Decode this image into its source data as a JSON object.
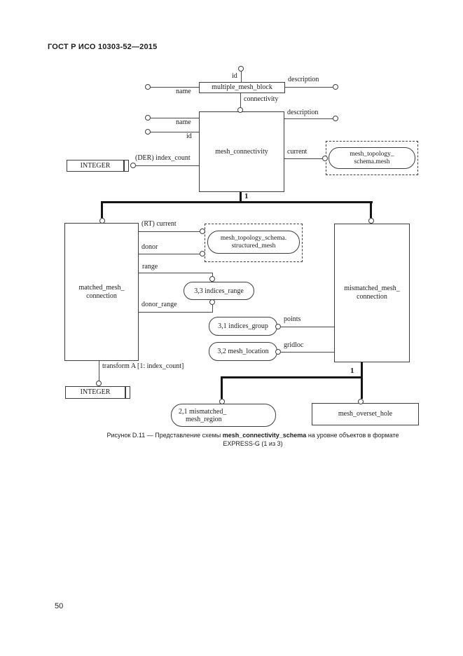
{
  "page": {
    "header": "ГОСТ Р ИСО 10303-52—2015",
    "page_number": "50"
  },
  "caption": {
    "part1": "Рисунок D.11 — Представление схемы",
    "bold": "mesh_connectivity_schema",
    "part2": "на уровне объектов в формате",
    "line2": "EXPRESS-G (1 из 3)"
  },
  "diagram": {
    "entities": {
      "multiple_mesh_block": "multiple_mesh_block",
      "mesh_connectivity": "mesh_connectivity",
      "matched1": "matched_mesh_",
      "matched2": "connection",
      "mismatched1": "mismatched_mesh_",
      "mismatched2": "connection",
      "mesh_overset_hole": "mesh_overset_hole"
    },
    "types": {
      "integer_top": "INTEGER",
      "integer_bottom": "INTEGER"
    },
    "refs": {
      "topo1": "mesh_topology_",
      "topo2": "schema.mesh",
      "structured1": "mesh_topology_schema.",
      "structured2": "structured_mesh",
      "indices_range": "3,3 indices_range",
      "indices_group": "3,1 indices_group",
      "mesh_location": "3,2 mesh_location",
      "region1": "2,1 mismatched_",
      "region2": "mesh_region"
    },
    "labels": {
      "id_top": "id",
      "name_top": "name",
      "description_top": "description",
      "connectivity": "connectivity",
      "name_mc": "name",
      "id_mc": "id",
      "description_mc": "description",
      "current": "current",
      "der_index_count": "(DER) index_count",
      "rt_current": "(RT) current",
      "donor": "donor",
      "range": "range",
      "donor_range": "donor_range",
      "points": "points",
      "gridloc": "gridloc",
      "transform": "transform A [1: index_count]",
      "card_top": "1",
      "card_bottom": "1"
    }
  }
}
